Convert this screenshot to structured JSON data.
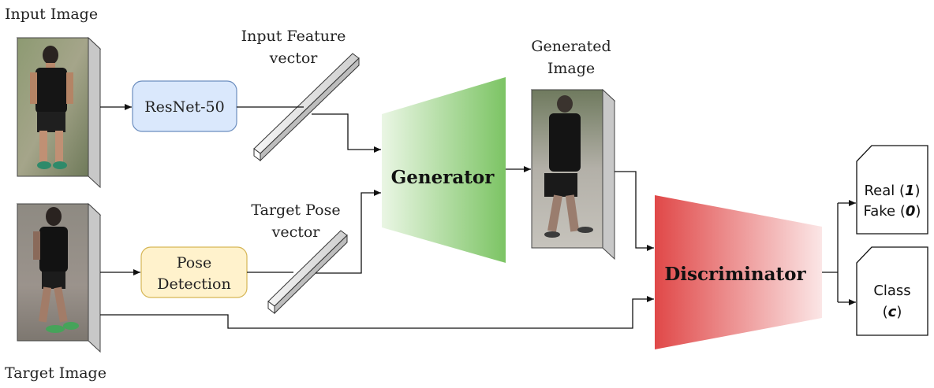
{
  "labels": {
    "input_image": "Input Image",
    "target_image": "Target Image",
    "input_feature_line1": "Input Feature",
    "input_feature_line2": "vector",
    "target_pose_line1": "Target Pose",
    "target_pose_line2": "vector",
    "generated_line1": "Generated",
    "generated_line2": "Image"
  },
  "blocks": {
    "resnet": "ResNet-50",
    "pose_line1": "Pose",
    "pose_line2": "Detection",
    "generator": "Generator",
    "discriminator": "Discriminator"
  },
  "outputs": {
    "real_prefix": "Real (",
    "real_value": "1",
    "real_suffix": ")",
    "fake_prefix": "Fake (",
    "fake_value": "0",
    "fake_suffix": ")",
    "class_label": "Class",
    "class_prefix": "(",
    "class_value": "c",
    "class_suffix": ")"
  },
  "colors": {
    "resnet_fill": "#dae8fc",
    "resnet_stroke": "#6c8ebf",
    "pose_fill": "#fff2cc",
    "pose_stroke": "#d6b656",
    "generator_dark": "#7cc464",
    "generator_light": "#e8f5e1",
    "discriminator_dark": "#e04848",
    "discriminator_light": "#fbe3e3"
  }
}
